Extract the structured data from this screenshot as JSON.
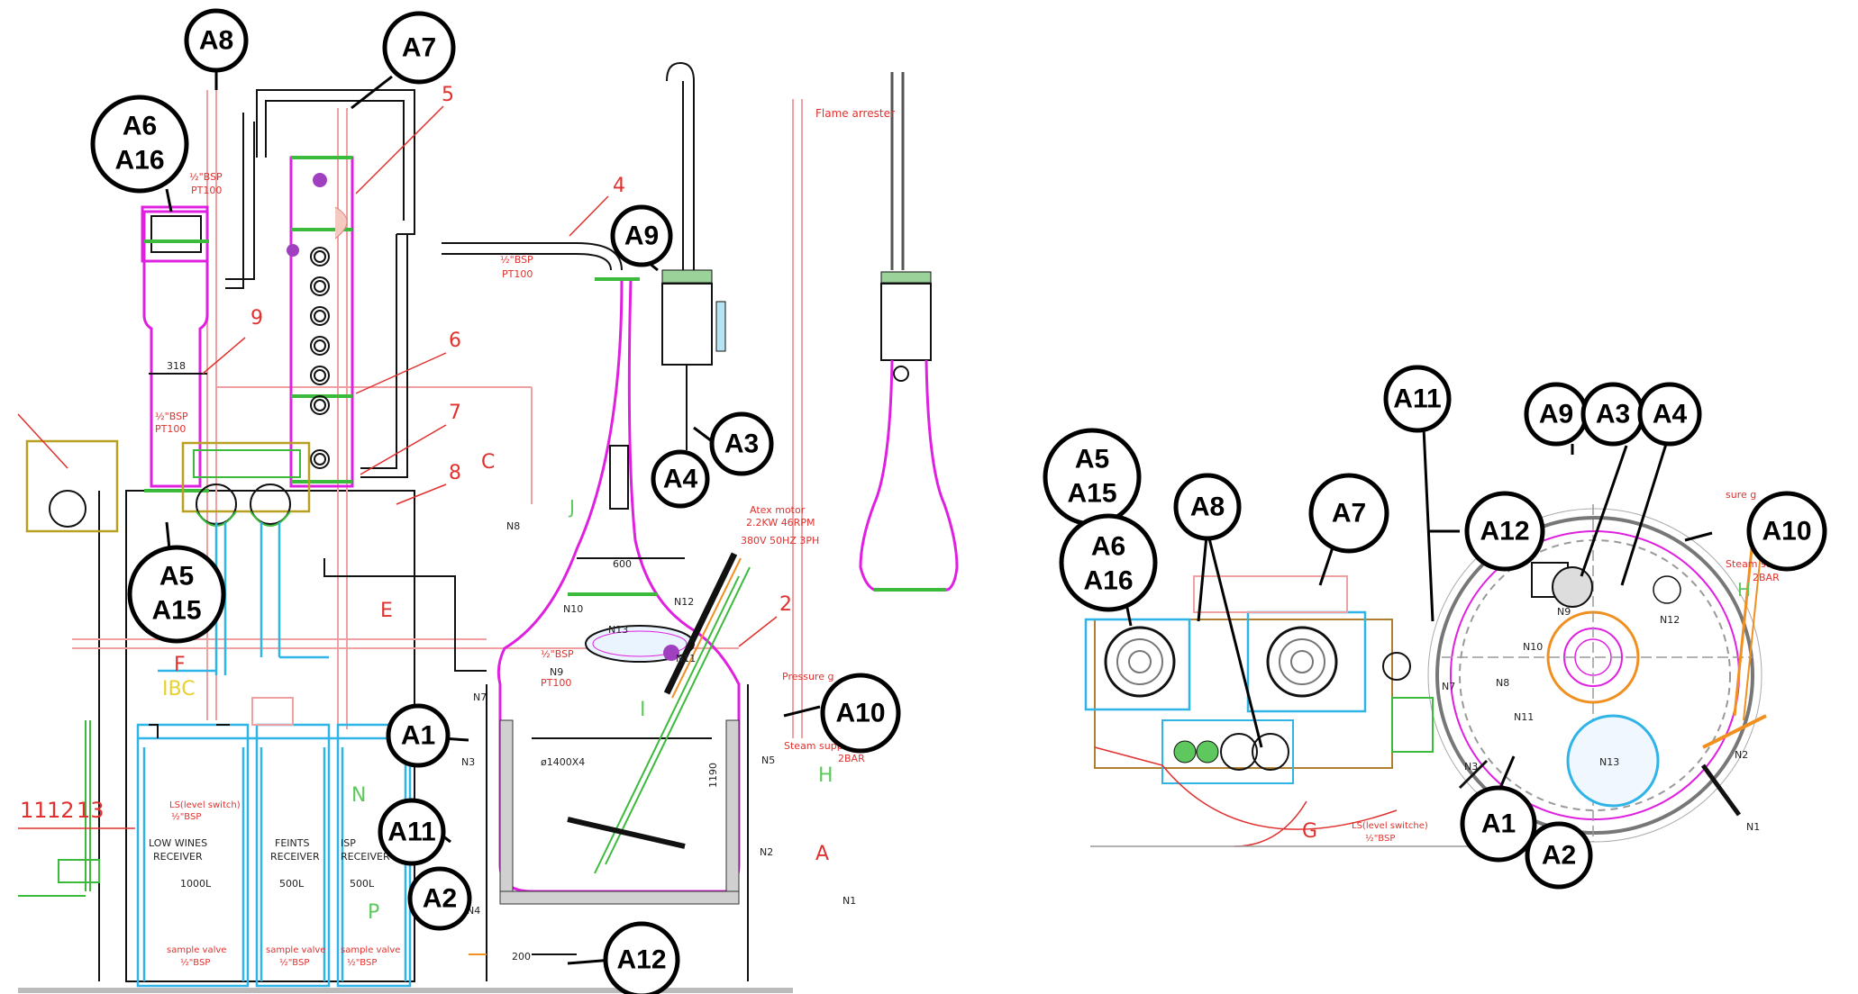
{
  "callouts_left": [
    {
      "id": "A8"
    },
    {
      "id": "A7"
    },
    {
      "id": "A6",
      "id2": "A16"
    },
    {
      "id": "A9"
    },
    {
      "id": "A3"
    },
    {
      "id": "A4"
    },
    {
      "id": "A5",
      "id2": "A15"
    },
    {
      "id": "A10"
    },
    {
      "id": "A1"
    },
    {
      "id": "A11"
    },
    {
      "id": "A2"
    },
    {
      "id": "A12"
    }
  ],
  "callouts_right": [
    {
      "id": "A11"
    },
    {
      "id": "A9"
    },
    {
      "id": "A3"
    },
    {
      "id": "A4"
    },
    {
      "id": "A5",
      "id2": "A15"
    },
    {
      "id": "A8"
    },
    {
      "id": "A7"
    },
    {
      "id": "A12"
    },
    {
      "id": "A10"
    },
    {
      "id": "A6",
      "id2": "A16"
    },
    {
      "id": "A1"
    },
    {
      "id": "A2"
    }
  ],
  "labels": {
    "part_numbers": [
      "9",
      "5",
      "4",
      "6",
      "7",
      "8",
      "2"
    ],
    "flame_arrester": "Flame arrester",
    "bsp_pt100": [
      "½\"BSP",
      "PT100"
    ],
    "dim_318": "318",
    "vessel_dim": "ø1400X4",
    "vessel_height": "1190",
    "dim_600": "600",
    "dim_200": "200",
    "motor": [
      "Atex motor",
      "2.2KW 46RPM",
      "380V 50HZ 3PH"
    ],
    "pressure": "Pressure g",
    "steam": [
      "Steam supply",
      "2BAR"
    ],
    "nozzles": [
      "N1",
      "N2",
      "N3",
      "N4",
      "N5",
      "N7",
      "N8",
      "N9",
      "N10",
      "N11",
      "N12",
      "N13"
    ],
    "letters": [
      "C",
      "E",
      "F",
      "IBC",
      "J",
      "I",
      "H",
      "A",
      "N",
      "P",
      "G"
    ],
    "tags_top": [
      "11",
      "12",
      "13"
    ],
    "receivers": [
      {
        "name": "LOW WINES",
        "sub": "RECEIVER",
        "cap": "1000L"
      },
      {
        "name": "FEINTS",
        "sub": "RECEIVER",
        "cap": "500L"
      },
      {
        "name": "ISP",
        "sub": "RECEIVER",
        "cap": "500L"
      }
    ],
    "ls_switch": [
      "LS(level switch)",
      "½\"BSP"
    ],
    "sample_valve": [
      "sample valve",
      "½\"BSP"
    ],
    "right_ls": [
      "LS(level switche)",
      "½\"BSP"
    ],
    "right_steam": [
      "Steam supply",
      "2BAR"
    ],
    "right_pressure": "sure g"
  }
}
